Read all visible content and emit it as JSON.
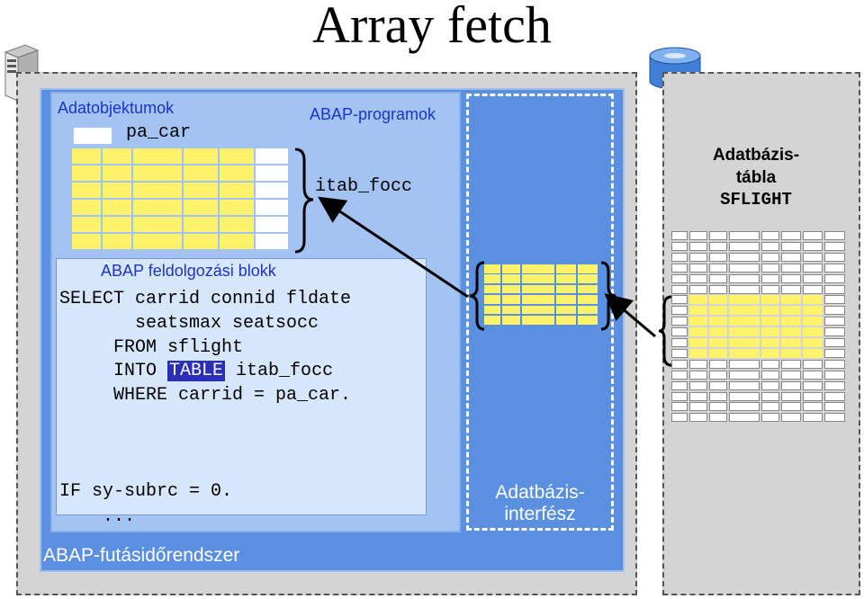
{
  "title": "Array fetch",
  "app_server": {
    "runtime_label": "ABAP-futásidőrendszer",
    "data_objects_label": "Adatobjektumok",
    "programs_label": "ABAP-programok",
    "parameter_name": "pa_car",
    "internal_table_name": "itab_focc"
  },
  "processing_block": {
    "label": "ABAP feldolgozási blokk",
    "code_lines": [
      "SELECT carrid connid fldate",
      "       seatsmax seatsocc",
      "     FROM sflight",
      "     INTO ",
      "     WHERE carrid = pa_car."
    ],
    "keyword_highlight": "TABLE",
    "into_target": " itab_focc",
    "after_lines": [
      "IF sy-subrc = 0.",
      "    ..."
    ]
  },
  "db_interface": {
    "label": "Adatbázis-\ninterfész"
  },
  "database": {
    "table_label_line1": "Adatbázis-",
    "table_label_line2": "tábla",
    "table_name": "SFLIGHT"
  },
  "icons": [
    "server-icon",
    "database-cylinder-icon"
  ],
  "colors": {
    "runtime_blue": "#5b8fe0",
    "program_blue": "#a3c3f2",
    "block_blue": "#d6e6fb",
    "row_yellow": "#fcf36a",
    "server_gray": "#d4d4d4",
    "keyword_blue": "#2b2fb8"
  }
}
